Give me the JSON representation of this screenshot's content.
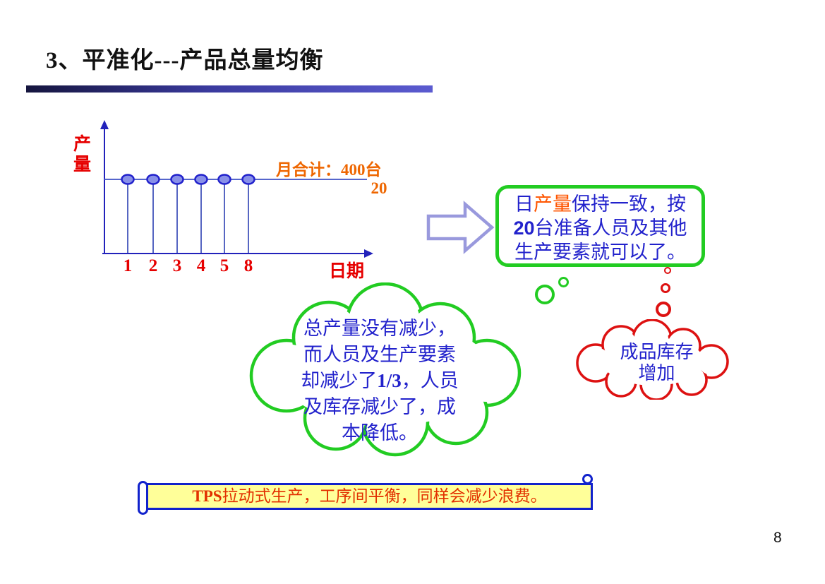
{
  "slide": {
    "title": "3、平准化---产品总量均衡",
    "page_number": "8"
  },
  "chart_data": {
    "type": "scatter",
    "x": [
      "1",
      "2",
      "3",
      "4",
      "5",
      "8"
    ],
    "values": [
      20,
      20,
      20,
      20,
      20,
      20
    ],
    "xlabel": "日期",
    "ylabel": "产量",
    "monthly_total_label": "月合计：400台",
    "daily_level_label": "20",
    "grid": false,
    "legend": false,
    "note": "six days of equal daily output of 20 units on a level line"
  },
  "callout_box": {
    "line1_part1": "日",
    "line1_part2": "产量",
    "line1_part3": "保持一致，按",
    "line2_part1": "20",
    "line2_part2": "台准备人员及其他",
    "line3": "生产要素就可以了。"
  },
  "green_cloud": {
    "line1": "总产量没有减少，",
    "line2": "而人员及生产要素",
    "line3_part1": "却减少了",
    "line3_part2": "1/3",
    "line3_part3": "，人员",
    "line4": "及库存减少了，成",
    "line5": "本降低。"
  },
  "red_cloud": {
    "line1": "成品库存",
    "line2": "增加"
  },
  "banner": {
    "part1": "TPS",
    "part2": "拉动式生产，工序间平衡，同样会减少浪费。"
  },
  "colors": {
    "text_blue": "#2222CC",
    "accent_orange": "#EE6600",
    "accent_orange_red": "#FF5500",
    "label_red": "#E60000",
    "banner_text_red": "#E23000",
    "green": "#22CC22",
    "red_cloud": "#DD1111",
    "banner_yellow": "#FFFF99",
    "banner_border_blue": "#1122CC",
    "chart_axis_blue": "#2222BB",
    "marker_fill": "#8890E8",
    "arrow_outline": "#9999DD"
  }
}
